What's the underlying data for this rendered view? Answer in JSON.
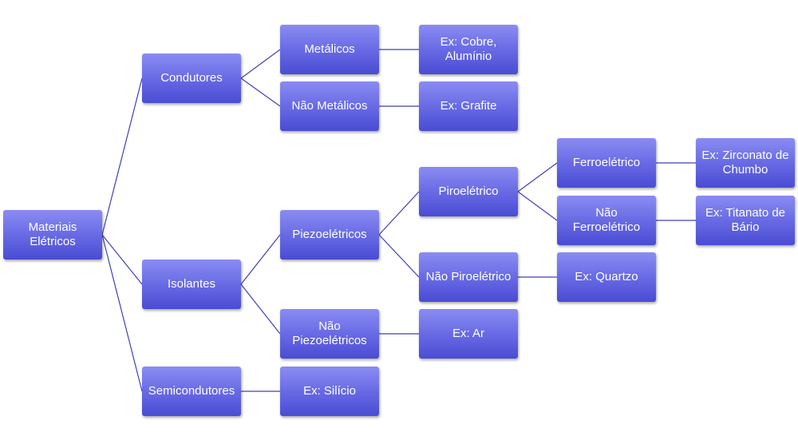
{
  "colors": {
    "node_top": "#8a8cf2",
    "node_bottom": "#4a4cd4",
    "text": "#ffffff",
    "connector": "#3f40b8"
  },
  "nodes": {
    "materiais": "Materiais\nElétricos",
    "condutores": "Condutores",
    "isolantes": "Isolantes",
    "semicondutores": "Semicondutores",
    "metalicos": "Metálicos",
    "nao_metalicos": "Não Metálicos",
    "piezoeletricos": "Piezoelétricos",
    "nao_piezoeletricos": "Não\nPiezoelétricos",
    "ex_silicio": "Ex: Silício",
    "ex_cobre": "Ex: Cobre,\nAlumínio",
    "ex_grafite": "Ex: Grafite",
    "piroeletrico": "Piroelétrico",
    "nao_piroeletrico": "Não Piroelétrico",
    "ex_ar": "Ex: Ar",
    "ferroeletrico": "Ferroelétrico",
    "nao_ferroeletrico": "Não\nFerroelétrico",
    "ex_quartzo": "Ex: Quartzo",
    "ex_zirconato": "Ex: Zirconato de\nChumbo",
    "ex_titanato": "Ex: Titanato de\nBário"
  },
  "edges": [
    [
      "materiais",
      "condutores"
    ],
    [
      "materiais",
      "isolantes"
    ],
    [
      "materiais",
      "semicondutores"
    ],
    [
      "condutores",
      "metalicos"
    ],
    [
      "condutores",
      "nao_metalicos"
    ],
    [
      "metalicos",
      "ex_cobre"
    ],
    [
      "nao_metalicos",
      "ex_grafite"
    ],
    [
      "isolantes",
      "piezoeletricos"
    ],
    [
      "isolantes",
      "nao_piezoeletricos"
    ],
    [
      "semicondutores",
      "ex_silicio"
    ],
    [
      "piezoeletricos",
      "piroeletrico"
    ],
    [
      "piezoeletricos",
      "nao_piroeletrico"
    ],
    [
      "nao_piezoeletricos",
      "ex_ar"
    ],
    [
      "piroeletrico",
      "ferroeletrico"
    ],
    [
      "piroeletrico",
      "nao_ferroeletrico"
    ],
    [
      "nao_piroeletrico",
      "ex_quartzo"
    ],
    [
      "ferroeletrico",
      "ex_zirconato"
    ],
    [
      "nao_ferroeletrico",
      "ex_titanato"
    ]
  ]
}
